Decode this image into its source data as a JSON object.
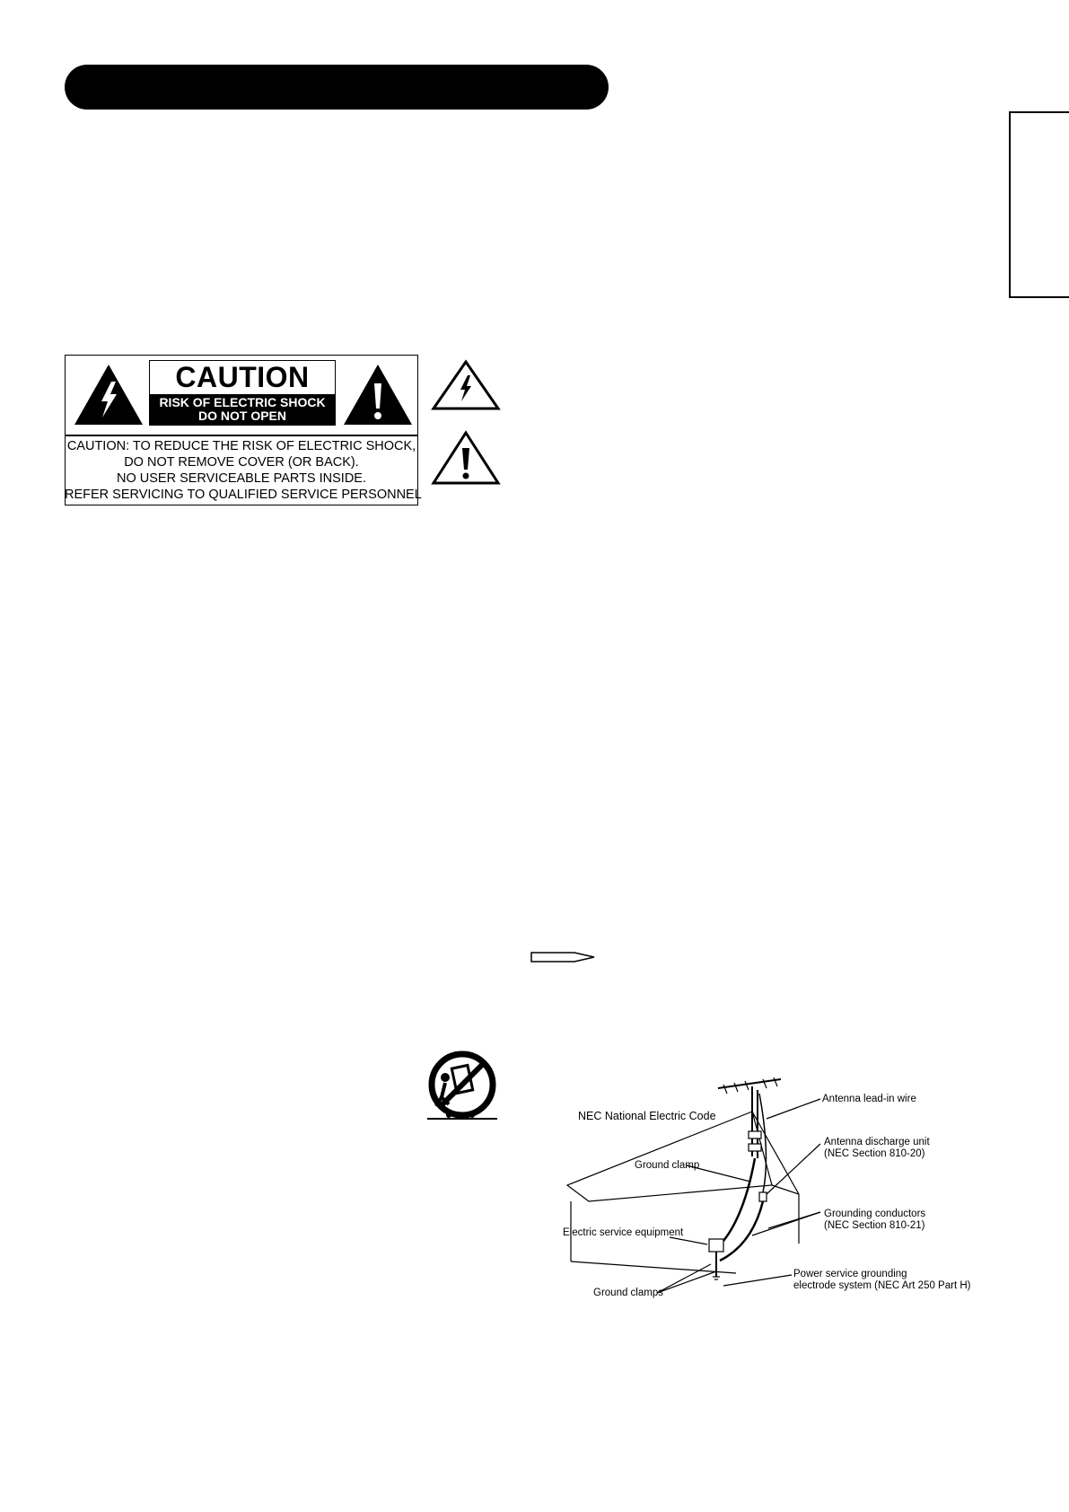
{
  "caution_label": {
    "title": "CAUTION",
    "subtitle_line1": "RISK OF ELECTRIC SHOCK",
    "subtitle_line2": "DO NOT OPEN",
    "lines": [
      "CAUTION: TO REDUCE THE RISK OF ELECTRIC SHOCK,",
      "DO NOT REMOVE COVER (OR BACK).",
      "NO USER SERVICEABLE PARTS INSIDE.",
      "REFER SERVICING TO QUALIFIED SERVICE PERSONNEL"
    ]
  },
  "grounding_diagram": {
    "title": "NEC National Electric Code",
    "labels": {
      "antenna_lead_in": "Antenna lead-in wire",
      "discharge_unit_1": "Antenna discharge unit",
      "discharge_unit_2": "(NEC Section 810-20)",
      "ground_clamp": "Ground clamp",
      "grounding_conductors_1": "Grounding conductors",
      "grounding_conductors_2": "(NEC Section 810-21)",
      "electric_service": "Electric service equipment",
      "power_service_1": "Power service grounding",
      "power_service_2": "electrode system (NEC Art 250 Part H)",
      "ground_clamps": "Ground clamps"
    }
  },
  "icons": {
    "lightning": "lightning-triangle-icon",
    "exclamation": "exclamation-triangle-icon",
    "cart_tip": "cart-tip-over-warning-icon",
    "note_arrow": "note-arrow-icon"
  }
}
